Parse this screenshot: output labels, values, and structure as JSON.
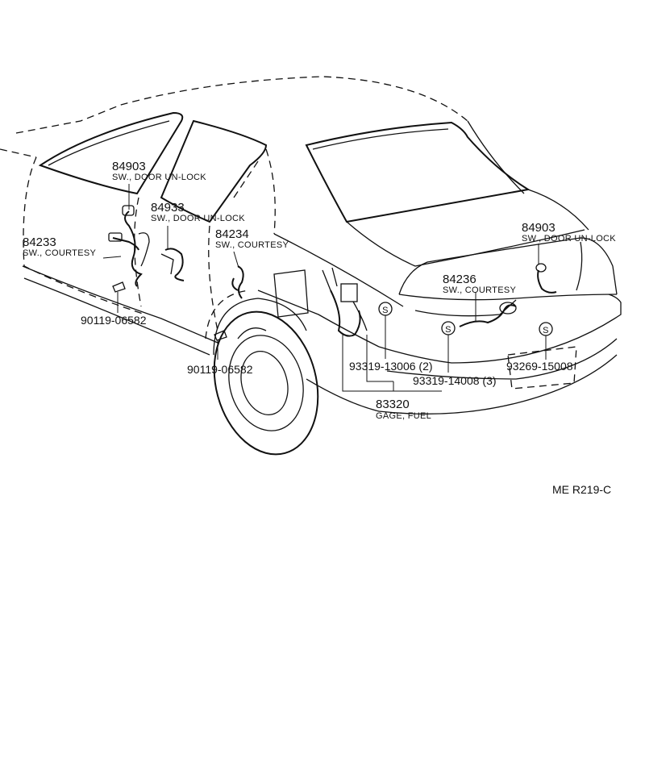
{
  "callouts": [
    {
      "part": "84903",
      "name": "SW., DOOR UN-LOCK"
    },
    {
      "part": "84933",
      "name": "SW., DOOR UN-LOCK"
    },
    {
      "part": "84234",
      "name": "SW., COURTESY"
    },
    {
      "part": "84233",
      "name": "SW., COURTESY"
    },
    {
      "part": "90119-06582",
      "name": ""
    },
    {
      "part": "90119-06582",
      "name": ""
    },
    {
      "part": "84903",
      "name": "SW., DOOR UN-LOCK"
    },
    {
      "part": "84236",
      "name": "SW., COURTESY"
    },
    {
      "part": "93319-13006 (2)",
      "name": ""
    },
    {
      "part": "93319-14008 (3)",
      "name": ""
    },
    {
      "part": "93269-15008",
      "name": ""
    },
    {
      "part": "83320",
      "name": "GAGE, FUEL"
    }
  ],
  "clip_symbol": "S",
  "reference_code": "ME R219-C"
}
